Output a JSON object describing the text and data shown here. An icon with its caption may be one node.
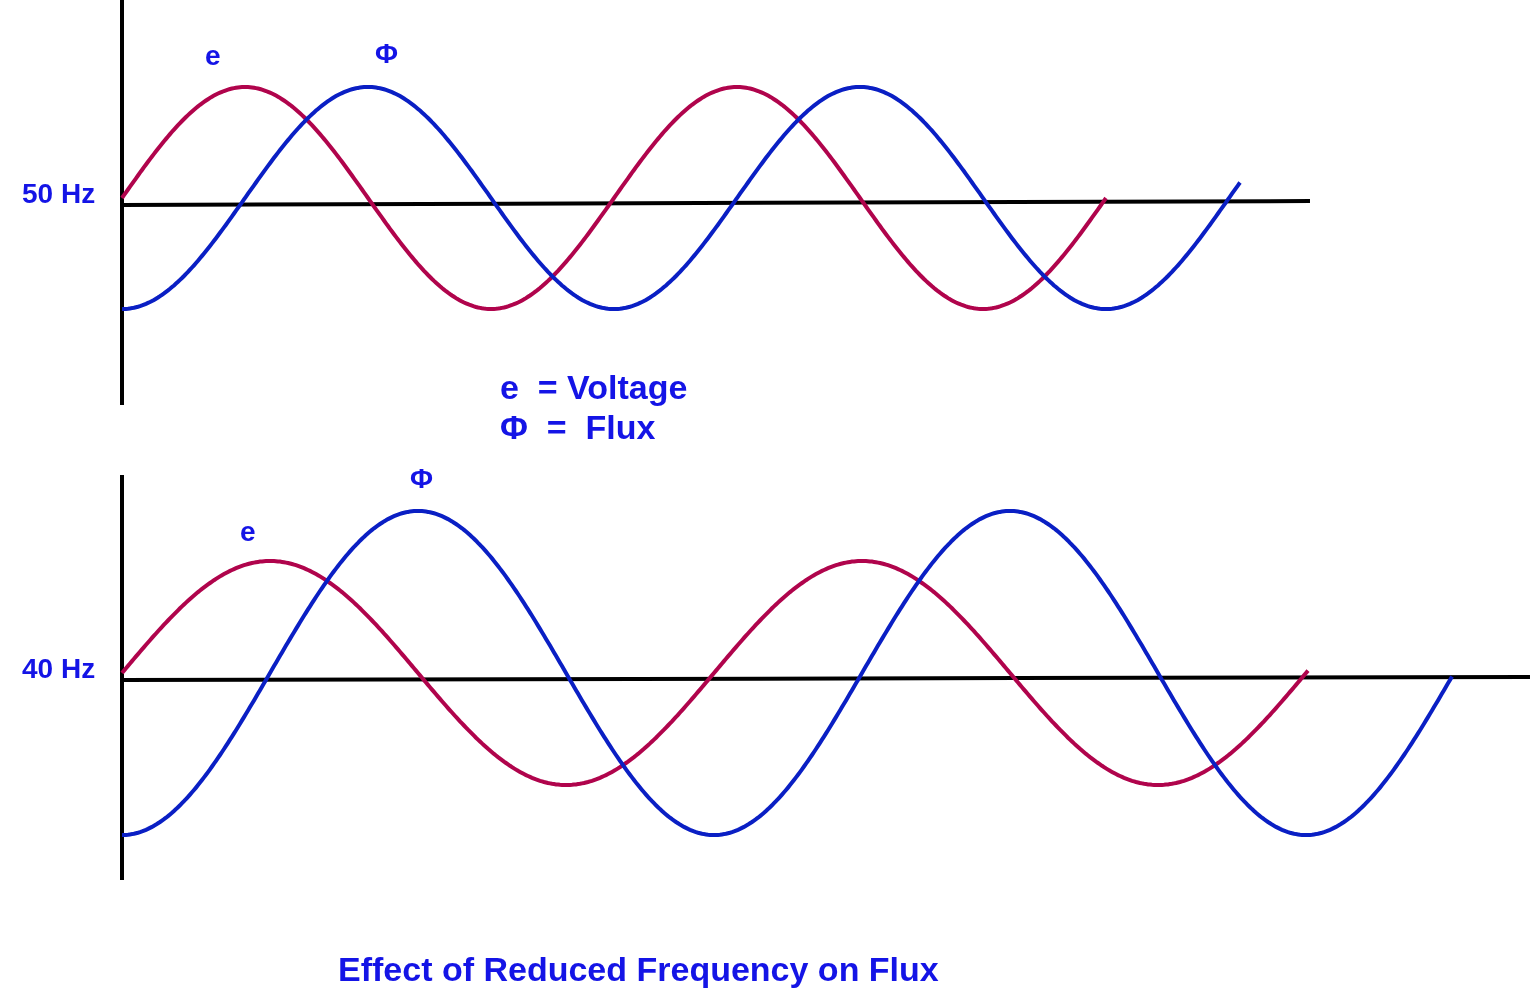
{
  "diagram": {
    "caption": "Effect of Reduced Frequency on Flux",
    "labels": [
      "e",
      "Φ",
      "50 Hz",
      "e  = Voltage",
      "Φ  =  Flux",
      "Φ",
      "e",
      "40 Hz"
    ]
  }
}
